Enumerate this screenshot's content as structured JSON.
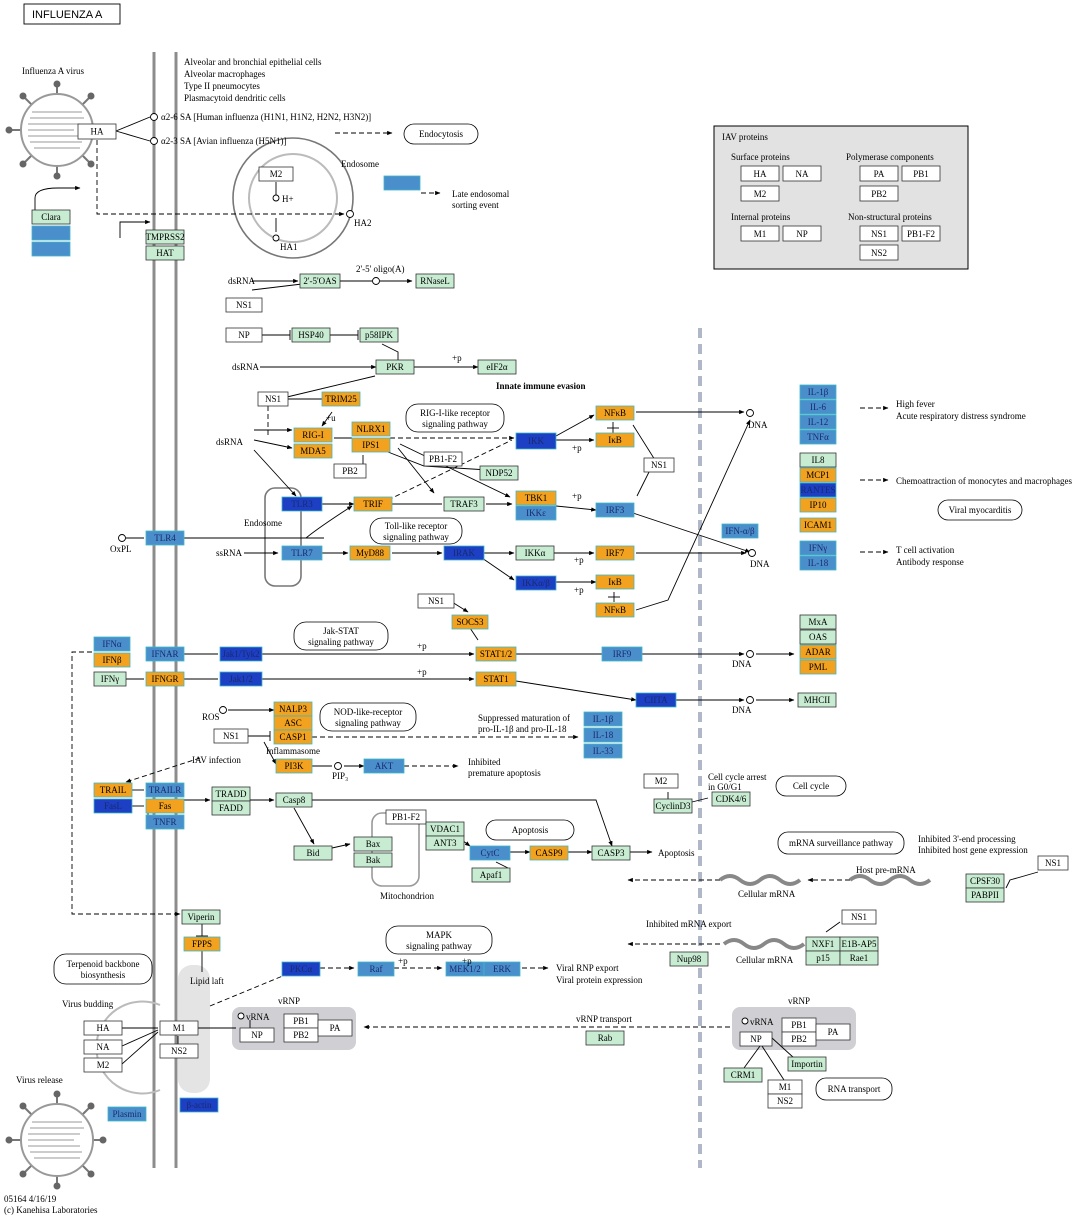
{
  "title": "INFLUENZA A",
  "footer": {
    "line1": "05164 4/16/19",
    "line2": "(c) Kanehisa Laboratories"
  },
  "legend": {
    "title": "IAV proteins",
    "groups": [
      {
        "label": "Surface proteins",
        "items": [
          "HA",
          "NA",
          "M2"
        ]
      },
      {
        "label": "Polymerase components",
        "items": [
          "PA",
          "PB1",
          "PB2"
        ]
      },
      {
        "label": "Internal proteins",
        "items": [
          "M1",
          "NP"
        ]
      },
      {
        "label": "Non-structural proteins",
        "items": [
          "NS1",
          "PB1-F2",
          "NS2"
        ]
      }
    ]
  },
  "labels": {
    "virus": "Influenza A virus",
    "cells": [
      "Alveolar and bronchial epithelial cells",
      "Alveolar macrophages",
      "Type II pneumocytes",
      "Plasmacytoid dendritic cells"
    ],
    "sa1": "α2-6 SA  [Human influenza (H1N1, H1N2, H2N2, H3N2)]",
    "sa2": "α2-3 SA  [Avian influenza (H5N1)]",
    "endosome": "Endosome",
    "late_endo": [
      "Late endosomal",
      "sorting event"
    ],
    "hplus": "H+",
    "ha2": "HA2",
    "ha1": "HA1",
    "dsrna": "dsRNA",
    "oligo": "2'-5' oligo(A)",
    "innate": "Innate immune evasion",
    "plus_u": "+u",
    "plus_p": "+p",
    "dna": "DNA",
    "fever": [
      "High fever",
      "Acute respiratory distress syndrome"
    ],
    "chemo": "Chemoattraction of monocytes and macrophages",
    "tcell": [
      "T cell activation",
      "Antibody response"
    ],
    "oxpl": "OxPL",
    "ssrna": "ssRNA",
    "endosome2": "Endosome",
    "ros": "ROS",
    "inflammasome": "Inflammasome",
    "suppressed": [
      "Suppressed maturation of",
      "pro-IL-1β and pro-IL-18"
    ],
    "pip": "PIP₃",
    "inhibited_apop": [
      "Inhibited",
      "premature apoptosis"
    ],
    "iav_infection": "IAV infection",
    "cell_cycle_arrest": [
      "Cell cycle arrest",
      "in G0/G1"
    ],
    "apoptosis_out": "Apoptosis",
    "mito": "Mitochondrion",
    "inhibited_3": [
      "Inhibited 3'-end processing",
      "Inhibited host gene expression"
    ],
    "host_pre_mrna": "Host pre-mRNA",
    "cellular_mrna": "Cellular mRNA",
    "inhibited_export": "Inhibited mRNA export",
    "cellular_mrna2": "Cellular mRNA",
    "lipid_raft": "Lipid laft",
    "viral_rnp": [
      "Viral RNP export",
      "Viral protein expression"
    ],
    "virus_budding": "Virus budding",
    "vrnp_transport": "vRNP transport",
    "vrnp": "vRNP",
    "vrna": "vRNA",
    "virus_release": "Virus release"
  },
  "pathways": {
    "endocytosis": "Endocytosis",
    "rig": [
      "RIG-I-like receptor",
      "signaling pathway"
    ],
    "toll": [
      "Toll-like receptor",
      "signaling pathway"
    ],
    "viral_myo": "Viral myocarditis",
    "jak": [
      "Jak-STAT",
      "signaling pathway"
    ],
    "nod": [
      "NOD-like-receptor",
      "signaling pathway"
    ],
    "cell_cycle": "Cell cycle",
    "apoptosis": "Apoptosis",
    "mrna_surv": "mRNA surveillance pathway",
    "mapk": [
      "MAPK",
      "signaling pathway"
    ],
    "terpenoid": [
      "Terpenoid backbone",
      "biosynthesis"
    ],
    "rna_transport": "RNA transport"
  },
  "nodes": [
    {
      "id": "ha_top",
      "label": "HA",
      "k": "w"
    },
    {
      "id": "clara",
      "label": "Clara",
      "k": "g"
    },
    {
      "id": "clara_b1",
      "label": "",
      "k": "b"
    },
    {
      "id": "clara_b2",
      "label": "",
      "k": "b"
    },
    {
      "id": "tmprss",
      "label": "TMPRSS2",
      "k": "g"
    },
    {
      "id": "hat",
      "label": "HAT",
      "k": "g"
    },
    {
      "id": "m2_endo",
      "label": "M2",
      "k": "w"
    },
    {
      "id": "late_b",
      "label": "",
      "k": "b"
    },
    {
      "id": "ns1_a",
      "label": "NS1",
      "k": "w"
    },
    {
      "id": "oas",
      "label": "2'-5'OAS",
      "k": "g"
    },
    {
      "id": "rnasel",
      "label": "RNaseL",
      "k": "g"
    },
    {
      "id": "np_a",
      "label": "NP",
      "k": "w"
    },
    {
      "id": "hsp40",
      "label": "HSP40",
      "k": "g"
    },
    {
      "id": "p58",
      "label": "p58IPK",
      "k": "g"
    },
    {
      "id": "pkr",
      "label": "PKR",
      "k": "g"
    },
    {
      "id": "eif2a",
      "label": "eIF2α",
      "k": "g"
    },
    {
      "id": "ns1_b",
      "label": "NS1",
      "k": "w"
    },
    {
      "id": "trim25",
      "label": "TRIM25",
      "k": "o"
    },
    {
      "id": "rigi",
      "label": "RIG-I",
      "k": "o"
    },
    {
      "id": "mda5",
      "label": "MDA5",
      "k": "o"
    },
    {
      "id": "nlrx1",
      "label": "NLRX1",
      "k": "o"
    },
    {
      "id": "ips1",
      "label": "IPS1",
      "k": "o"
    },
    {
      "id": "pb2",
      "label": "PB2",
      "k": "w"
    },
    {
      "id": "pb1f2_a",
      "label": "PB1-F2",
      "k": "w"
    },
    {
      "id": "ndp52",
      "label": "NDP52",
      "k": "g"
    },
    {
      "id": "ikk",
      "label": "IKK",
      "k": "d"
    },
    {
      "id": "nfkb_a",
      "label": "NFκB",
      "k": "o"
    },
    {
      "id": "ikb_a",
      "label": "IκB",
      "k": "o"
    },
    {
      "id": "ns1_c",
      "label": "NS1",
      "k": "w"
    },
    {
      "id": "tlr3",
      "label": "TLR3",
      "k": "d"
    },
    {
      "id": "trif",
      "label": "TRIF",
      "k": "o"
    },
    {
      "id": "traf3",
      "label": "TRAF3",
      "k": "g"
    },
    {
      "id": "tbk1",
      "label": "TBK1",
      "k": "o"
    },
    {
      "id": "ikke",
      "label": "IKKε",
      "k": "b"
    },
    {
      "id": "irf3",
      "label": "IRF3",
      "k": "b"
    },
    {
      "id": "tlr4",
      "label": "TLR4",
      "k": "b"
    },
    {
      "id": "tlr7",
      "label": "TLR7",
      "k": "b"
    },
    {
      "id": "myd88",
      "label": "MyD88",
      "k": "o"
    },
    {
      "id": "irak",
      "label": "IRAK",
      "k": "d"
    },
    {
      "id": "ikka",
      "label": "IKKα",
      "k": "g"
    },
    {
      "id": "irf7",
      "label": "IRF7",
      "k": "o"
    },
    {
      "id": "ikkab",
      "label": "IKKα/β",
      "k": "d"
    },
    {
      "id": "ikb_b",
      "label": "IκB",
      "k": "o"
    },
    {
      "id": "nfkb_b",
      "label": "NFκB",
      "k": "o"
    },
    {
      "id": "ns1_d",
      "label": "NS1",
      "k": "w"
    },
    {
      "id": "socs3",
      "label": "SOCS3",
      "k": "o"
    },
    {
      "id": "ifna",
      "label": "IFNα",
      "k": "b"
    },
    {
      "id": "ifnb",
      "label": "IFNβ",
      "k": "o"
    },
    {
      "id": "ifnar",
      "label": "IFNAR",
      "k": "b"
    },
    {
      "id": "jak1tyk2",
      "label": "Jak1/Tyk2",
      "k": "d"
    },
    {
      "id": "stat12",
      "label": "STAT1/2",
      "k": "o"
    },
    {
      "id": "irf9",
      "label": "IRF9",
      "k": "b"
    },
    {
      "id": "ifng",
      "label": "IFNγ",
      "k": "g"
    },
    {
      "id": "ifngr",
      "label": "IFNGR",
      "k": "o"
    },
    {
      "id": "jak12",
      "label": "Jak1/2",
      "k": "d"
    },
    {
      "id": "stat1",
      "label": "STAT1",
      "k": "o"
    },
    {
      "id": "ciita",
      "label": "CIITA",
      "k": "d"
    },
    {
      "id": "nalp3",
      "label": "NALP3",
      "k": "o"
    },
    {
      "id": "asc",
      "label": "ASC",
      "k": "o"
    },
    {
      "id": "casp1",
      "label": "CASP1",
      "k": "o"
    },
    {
      "id": "ns1_e",
      "label": "NS1",
      "k": "w"
    },
    {
      "id": "il1b",
      "label": "IL-1β",
      "k": "b"
    },
    {
      "id": "il18",
      "label": "IL-18",
      "k": "b"
    },
    {
      "id": "il33",
      "label": "IL-33",
      "k": "b"
    },
    {
      "id": "pi3k",
      "label": "PI3K",
      "k": "o"
    },
    {
      "id": "akt",
      "label": "AKT",
      "k": "b"
    },
    {
      "id": "il1b_out",
      "label": "IL-1β",
      "k": "b"
    },
    {
      "id": "il6_out",
      "label": "IL-6",
      "k": "b"
    },
    {
      "id": "il12_out",
      "label": "IL-12",
      "k": "b"
    },
    {
      "id": "tnfa_out",
      "label": "TNFα",
      "k": "b"
    },
    {
      "id": "il8",
      "label": "IL8",
      "k": "g"
    },
    {
      "id": "mcp1",
      "label": "MCP1",
      "k": "o"
    },
    {
      "id": "rantes",
      "label": "RANTES",
      "k": "d"
    },
    {
      "id": "ip10",
      "label": "IP10",
      "k": "o"
    },
    {
      "id": "icam1",
      "label": "ICAM1",
      "k": "o"
    },
    {
      "id": "ifnab_mid",
      "label": "IFN-α/β",
      "k": "b"
    },
    {
      "id": "ifng_out",
      "label": "IFNγ",
      "k": "b"
    },
    {
      "id": "il18_out",
      "label": "IL-18",
      "k": "b"
    },
    {
      "id": "mxa",
      "label": "MxA",
      "k": "g"
    },
    {
      "id": "oas2",
      "label": "OAS",
      "k": "g"
    },
    {
      "id": "adar",
      "label": "ADAR",
      "k": "o"
    },
    {
      "id": "pml",
      "label": "PML",
      "k": "o"
    },
    {
      "id": "mhcii",
      "label": "MHCII",
      "k": "g"
    },
    {
      "id": "trail",
      "label": "TRAIL",
      "k": "o"
    },
    {
      "id": "trailr",
      "label": "TRAILR",
      "k": "b"
    },
    {
      "id": "fasl",
      "label": "FasL",
      "k": "d"
    },
    {
      "id": "fas",
      "label": "Fas",
      "k": "o"
    },
    {
      "id": "tnfr",
      "label": "TNFR",
      "k": "b"
    },
    {
      "id": "tradd",
      "label": "TRADD",
      "k": "g"
    },
    {
      "id": "fadd",
      "label": "FADD",
      "k": "g"
    },
    {
      "id": "casp8",
      "label": "Casp8",
      "k": "g"
    },
    {
      "id": "bid",
      "label": "Bid",
      "k": "g"
    },
    {
      "id": "bax",
      "label": "Bax",
      "k": "g"
    },
    {
      "id": "bak",
      "label": "Bak",
      "k": "g"
    },
    {
      "id": "pb1f2_b",
      "label": "PB1-F2",
      "k": "w"
    },
    {
      "id": "vdac1",
      "label": "VDAC1",
      "k": "g"
    },
    {
      "id": "ant3",
      "label": "ANT3",
      "k": "g"
    },
    {
      "id": "cytc",
      "label": "CytC",
      "k": "b"
    },
    {
      "id": "casp9",
      "label": "CASP9",
      "k": "o"
    },
    {
      "id": "apaf1",
      "label": "Apaf1",
      "k": "g"
    },
    {
      "id": "casp3",
      "label": "CASP3",
      "k": "g"
    },
    {
      "id": "m2_b",
      "label": "M2",
      "k": "w"
    },
    {
      "id": "cycd3",
      "label": "CyclinD3",
      "k": "g"
    },
    {
      "id": "cdk46",
      "label": "CDK4/6",
      "k": "g"
    },
    {
      "id": "ns1_f",
      "label": "NS1",
      "k": "w"
    },
    {
      "id": "cpsf30",
      "label": "CPSF30",
      "k": "g"
    },
    {
      "id": "pabpii",
      "label": "PABPII",
      "k": "g"
    },
    {
      "id": "ns1_g",
      "label": "NS1",
      "k": "w"
    },
    {
      "id": "nxf1",
      "label": "NXF1",
      "k": "g"
    },
    {
      "id": "e1bap5",
      "label": "E1B-AP5",
      "k": "g"
    },
    {
      "id": "p15",
      "label": "p15",
      "k": "g"
    },
    {
      "id": "rae1",
      "label": "Rae1",
      "k": "g"
    },
    {
      "id": "nup98",
      "label": "Nup98",
      "k": "g"
    },
    {
      "id": "viperin",
      "label": "Viperin",
      "k": "g"
    },
    {
      "id": "fpps",
      "label": "FPPS",
      "k": "o"
    },
    {
      "id": "pkca",
      "label": "PKCα",
      "k": "d"
    },
    {
      "id": "raf",
      "label": "Raf",
      "k": "b"
    },
    {
      "id": "mek12",
      "label": "MEK1/2",
      "k": "b"
    },
    {
      "id": "erk",
      "label": "ERK",
      "k": "b"
    },
    {
      "id": "ha_b",
      "label": "HA",
      "k": "w"
    },
    {
      "id": "na_b",
      "label": "NA",
      "k": "w"
    },
    {
      "id": "m2_c",
      "label": "M2",
      "k": "w"
    },
    {
      "id": "m1_a",
      "label": "M1",
      "k": "w"
    },
    {
      "id": "ns2_a",
      "label": "NS2",
      "k": "w"
    },
    {
      "id": "pb1_a",
      "label": "PB1",
      "k": "w"
    },
    {
      "id": "pb2_a",
      "label": "PB2",
      "k": "w"
    },
    {
      "id": "pa_a",
      "label": "PA",
      "k": "w"
    },
    {
      "id": "np_b",
      "label": "NP",
      "k": "w"
    },
    {
      "id": "rab",
      "label": "Rab",
      "k": "g"
    },
    {
      "id": "pb1_b",
      "label": "PB1",
      "k": "w"
    },
    {
      "id": "pb2_b",
      "label": "PB2",
      "k": "w"
    },
    {
      "id": "pa_b",
      "label": "PA",
      "k": "w"
    },
    {
      "id": "np_c",
      "label": "NP",
      "k": "w"
    },
    {
      "id": "importin",
      "label": "Importin",
      "k": "g"
    },
    {
      "id": "crm1",
      "label": "CRM1",
      "k": "g"
    },
    {
      "id": "m1_b",
      "label": "M1",
      "k": "w"
    },
    {
      "id": "ns2_b",
      "label": "NS2",
      "k": "w"
    },
    {
      "id": "plasmin",
      "label": "Plasmin",
      "k": "b"
    },
    {
      "id": "bactin",
      "label": "β-actin",
      "k": "d"
    }
  ]
}
